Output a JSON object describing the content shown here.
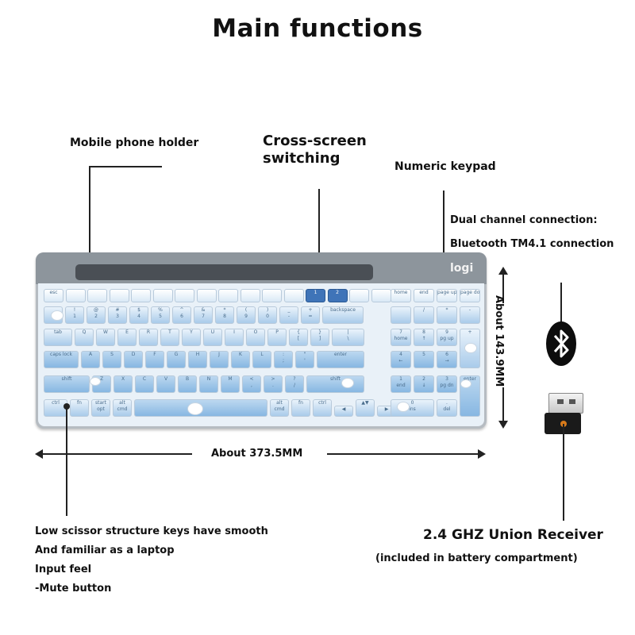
{
  "title": "Main functions",
  "labels": {
    "phone_holder": "Mobile phone holder",
    "cross_screen_1": "Cross-screen",
    "cross_screen_2": "switching",
    "numeric_keypad": "Numeric keypad",
    "dual_channel": "Dual channel connection:",
    "bluetooth": "Bluetooth TM4.1 connection",
    "height": "About 143.9MM",
    "width": "About 373.5MM",
    "receiver": "2.4 GHZ Union Receiver",
    "receiver_note": "(included in battery compartment)",
    "features": [
      "Low scissor structure keys have smooth",
      "And familiar as a laptop",
      "Input feel",
      "-Mute button"
    ]
  },
  "keyboard": {
    "logo": "logi",
    "row0": [
      "esc",
      "",
      "",
      "",
      "",
      "",
      "",
      "",
      "",
      "",
      "",
      "",
      "1",
      "2",
      "",
      "",
      "home",
      "end",
      "page up",
      "page down"
    ],
    "row1": [
      "",
      "!\n1",
      "@\n2",
      "#\n3",
      "$\n4",
      "%\n5",
      "^\n6",
      "&\n7",
      "*\n8",
      "(\n9",
      ")\n0",
      "_\n-",
      "+\n=",
      "backspace",
      "",
      "/",
      "*",
      "-"
    ],
    "row2": [
      "tab",
      "Q",
      "W",
      "E",
      "R",
      "T",
      "Y",
      "U",
      "I",
      "O",
      "P",
      "{\n[",
      "}\n]",
      "|\n\\",
      "7\nhome",
      "8\n↑",
      "9\npg up",
      "+"
    ],
    "row3": [
      "caps lock",
      "A",
      "S",
      "D",
      "F",
      "G",
      "H",
      "J",
      "K",
      "L",
      ":\n;",
      "\"\n'",
      "enter",
      "4\n←",
      "5",
      "6\n→"
    ],
    "row4": [
      "shift",
      "Z",
      "X",
      "C",
      "V",
      "B",
      "N",
      "M",
      "<\n,",
      ">\n.",
      "?\n/",
      "shift",
      "1\nend",
      "2\n↓",
      "3\npg dn",
      "enter"
    ],
    "row5": [
      "ctrl",
      "fn",
      "start\nopt",
      "alt\ncmd",
      "",
      "alt\ncmd",
      "fn",
      "ctrl",
      "◀",
      "▲▼",
      "▶",
      "0\nins",
      ".\ndel"
    ]
  },
  "colors": {
    "frame": "#b6bcc2",
    "frame_top": "#8d959c",
    "keys_light": "#ffffff",
    "keys_blue": "#87b7e2",
    "selected_key": "#3f74b8"
  },
  "icons": [
    "bluetooth-icon",
    "usb-receiver-icon"
  ]
}
